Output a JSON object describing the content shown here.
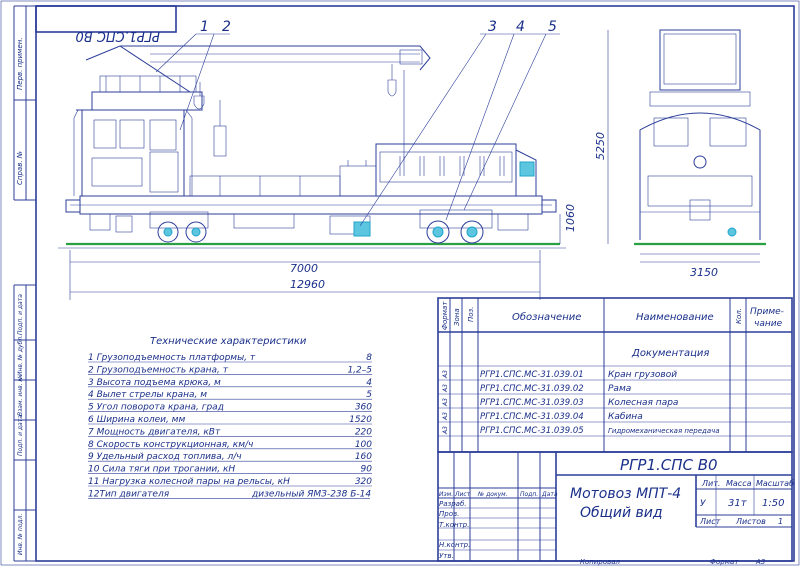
{
  "drawing": {
    "top_stamp": "РГР1.СПС В0",
    "callouts": [
      "1",
      "2",
      "3",
      "4",
      "5"
    ],
    "dimensions": {
      "height_total": "5250",
      "wheel_height": "1060",
      "length_inner": "7000",
      "length_total": "12960",
      "width": "3150"
    },
    "left_margin_labels": [
      "Перв. примен.",
      "Справ. №",
      "Подп. и дата",
      "Инв. № дубл.",
      "Взам. инв. №",
      "Подп. и дата",
      "Инв. № подл."
    ]
  },
  "specs": {
    "title": "Технические характеристики",
    "rows": [
      {
        "label": "1 Грузоподъемность платформы, т",
        "value": "8"
      },
      {
        "label": "2 Грузоподъемность крана, т",
        "value": "1,2–5"
      },
      {
        "label": "3 Высота подъема крюка, м",
        "value": "4"
      },
      {
        "label": "4 Вылет стрелы крана, м",
        "value": "5"
      },
      {
        "label": "5 Угол поворота крана, град",
        "value": "360"
      },
      {
        "label": "6 Ширина колеи, мм",
        "value": "1520"
      },
      {
        "label": "7 Мощность двигателя, кВт",
        "value": "220"
      },
      {
        "label": "8 Скорость конструкционная, км/ч",
        "value": "100"
      },
      {
        "label": "9 Удельный расход топлива, л/ч",
        "value": "160"
      },
      {
        "label": "10 Сила тяги при трогании, кН",
        "value": "90"
      },
      {
        "label": "11 Нагрузка колесной пары на рельсы, кН",
        "value": "320"
      },
      {
        "label": "12Тип двигателя",
        "value": "дизельный ЯМЗ-238 Б-14"
      }
    ]
  },
  "parts_table": {
    "headers": {
      "format": "Формат",
      "zone": "Зона",
      "pos": "Поз.",
      "designation": "Обозначение",
      "name": "Наименование",
      "qty": "Кол.",
      "note": "Приме-\nчание"
    },
    "section": "Документация",
    "rows": [
      {
        "format": "А3",
        "designation": "РГР1.СПС.МС-31.039.01",
        "name": "Кран грузовой"
      },
      {
        "format": "А3",
        "designation": "РГР1.СПС.МС-31.039.02",
        "name": "Рама"
      },
      {
        "format": "А3",
        "designation": "РГР1.СПС.МС-31.039.03",
        "name": "Колесная пара"
      },
      {
        "format": "А3",
        "designation": "РГР1.СПС.МС-31.039.04",
        "name": "Кабина"
      },
      {
        "format": "А3",
        "designation": "РГР1.СПС.МС-31.039.05",
        "name": "Гидромеханическая передача"
      }
    ]
  },
  "title_block": {
    "code": "РГР1.СПС В0",
    "title_line1": "Мотовоз МПТ-4",
    "title_line2": "Общий вид",
    "col_lit": "Лит.",
    "col_mass": "Масса",
    "col_scale": "Масштаб",
    "lit_value": "У",
    "mass_value": "31т",
    "scale_value": "1:50",
    "sheet_label": "Лист",
    "sheets_label": "Листов",
    "sheets_value": "1",
    "rev_headers": [
      "Изм.",
      "Лист",
      "№ докум.",
      "Подп.",
      "Дата"
    ],
    "signers": [
      "Разраб.",
      "Пров.",
      "Т.контр.",
      "Н.контр.",
      "Утв."
    ],
    "copied": "Копировал",
    "format": "Формат",
    "format_value": "А3"
  }
}
